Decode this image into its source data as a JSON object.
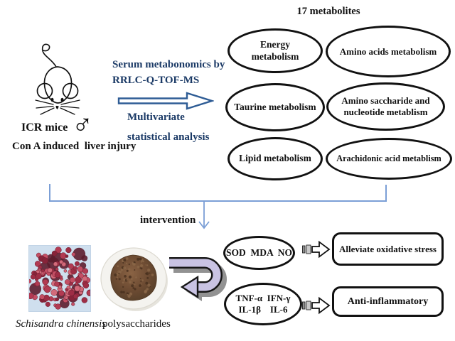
{
  "subject": {
    "title1": "ICR mice",
    "symbol": "♂",
    "title2": "Con A induced  liver injury"
  },
  "process": {
    "line1": "Serum metabonomics by",
    "line2": "RRLC-Q-TOF-MS",
    "line3": "Multivariate",
    "line4": "statistical analysis"
  },
  "metabolites": {
    "title": "17 metabolites",
    "items": [
      "Energy metabolism",
      "Amino acids metabolism",
      "Taurine metabolism",
      "Amino saccharide and nucleotide metablism",
      "Lipid metabolism",
      "Arachidonic acid metablism"
    ]
  },
  "flow": {
    "intervention_label": "intervention"
  },
  "materials": {
    "photo1_label": "Schisandra chinensis",
    "photo2_label": "polysaccharides"
  },
  "outcomes": {
    "row1": {
      "markers": "SOD  MDA  NO",
      "effect": "Alleviate oxidative stress"
    },
    "row2": {
      "markers_line1": "TNF-α  IFN-γ",
      "markers_line2": "IL-1β    IL-6",
      "effect": "Anti-inflammatory"
    }
  },
  "colors": {
    "navy": "#1b3a66",
    "arrow_blue": "#2e5c95",
    "bracket_blue": "#7b9fd6",
    "lavender": "#c9c3e3",
    "shadow_gray": "#929292",
    "berry_bg": "#cfdfee",
    "berry_dark": "#5d1d2e",
    "powder_dark": "#472f1e",
    "powder_light": "#8a6647",
    "plate": "#f4f3ef",
    "berry_palette": [
      "#b23a52",
      "#c44e64",
      "#9e2d45",
      "#d26a7a",
      "#872339"
    ]
  }
}
